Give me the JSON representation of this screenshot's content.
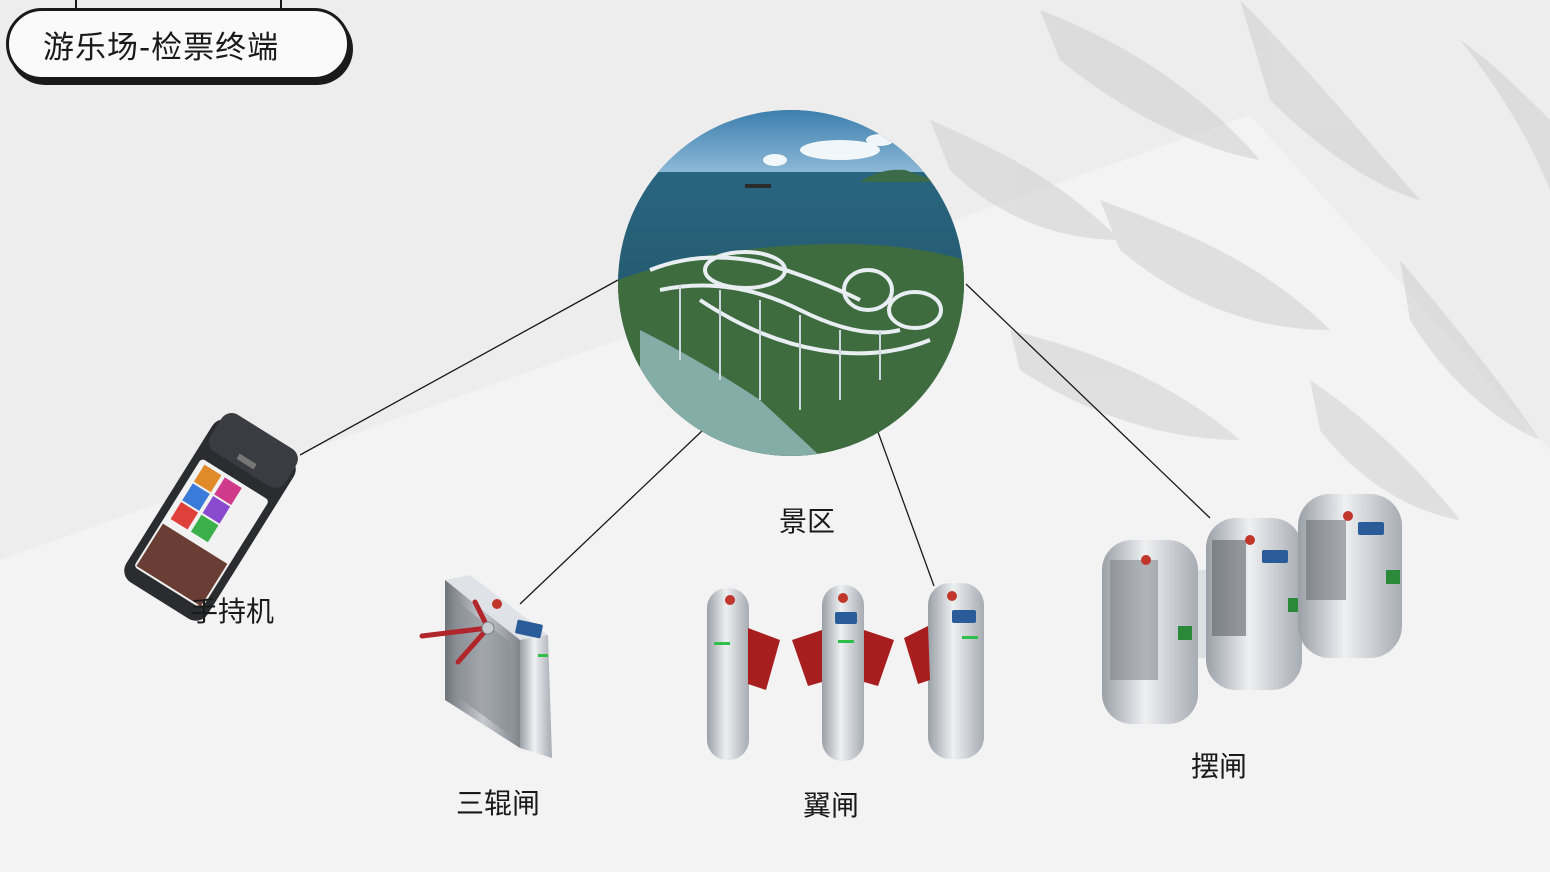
{
  "title": "游乐场-检票终端",
  "center": {
    "label": "景区"
  },
  "devices": [
    {
      "id": "handheld",
      "label": "手持机"
    },
    {
      "id": "tripod",
      "label": "三辊闸"
    },
    {
      "id": "flap",
      "label": "翼闸"
    },
    {
      "id": "swing",
      "label": "摆闸"
    }
  ],
  "colors": {
    "ink": "#1a1a1a",
    "steel": "#c9ccd1",
    "flap_red": "#a81e1e",
    "sea": "#2f6f86",
    "sky": "#4f8fb8",
    "indicator_green": "#2fbf4a"
  }
}
